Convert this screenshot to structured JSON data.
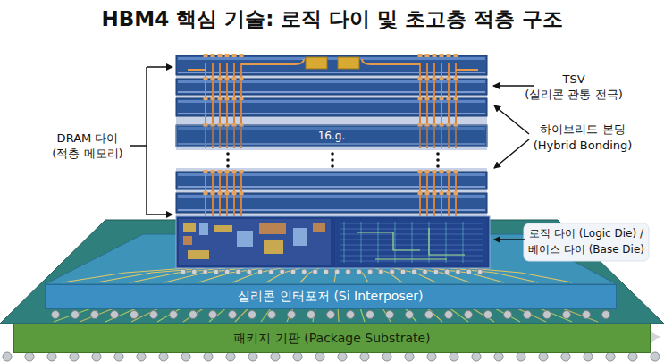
{
  "diagram": {
    "title": "HBM4 핵심 기술: 로직 다이 및 초고층 적층 구조",
    "nodes": [
      {
        "text": [
          "16.g."
        ]
      },
      {
        "text": [
          "실리콘 인터포저 (Si Interposer)"
        ]
      },
      {
        "text": [
          "패키지 기판 (Package Substrate)"
        ]
      }
    ],
    "labels": [
      "TSV",
      "(실리콘 관통 전극)",
      "하이브리드 본딩",
      "(Hybrid Bonding)",
      "DRAM 다이",
      "(적층 메모리)",
      "로직 다이 (Logic Die) /",
      "베이스 다이 (Base Die)"
    ]
  }
}
